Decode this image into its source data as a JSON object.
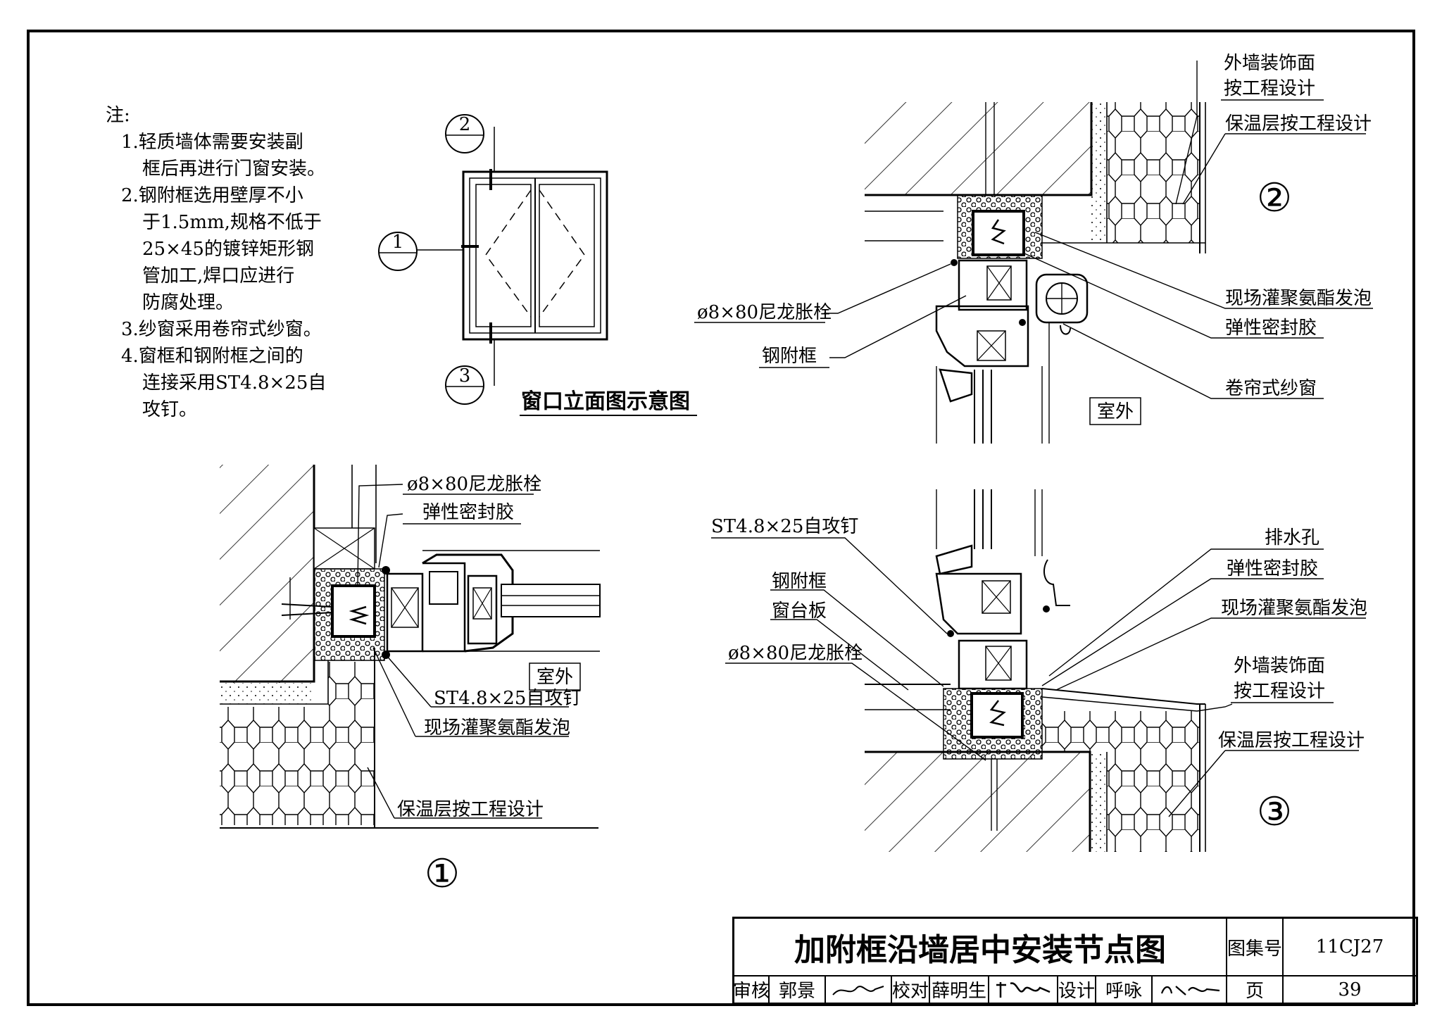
{
  "notes": {
    "heading": "注:",
    "items": [
      [
        "1.轻质墙体需要安装副",
        "框后再进行门窗安装。"
      ],
      [
        "2.钢附框选用壁厚不小",
        "于1.5mm,规格不低于",
        "25×45的镀锌矩形钢",
        "管加工,焊口应进行",
        "防腐处理。"
      ],
      [
        "3.纱窗采用卷帘式纱窗。"
      ],
      [
        "4.窗框和钢附框之间的",
        "连接采用ST4.8×25自",
        "攻钉。"
      ]
    ]
  },
  "elevation": {
    "title": "窗口立面图示意图",
    "markers": [
      "1",
      "2",
      "3"
    ]
  },
  "detail1": {
    "number": "①",
    "labels": {
      "anchor": "ø8×80尼龙胀栓",
      "sealant": "弹性密封胶",
      "outside": "室外",
      "screw": "ST4.8×25自攻钉",
      "foam": "现场灌聚氨酯发泡",
      "insulation": "保温层按工程设计"
    }
  },
  "detail2": {
    "number": "②",
    "labels": {
      "finish_1": "外墙装饰面",
      "finish_2": "按工程设计",
      "insulation": "保温层按工程设计",
      "anchor": "ø8×80尼龙胀栓",
      "steel_frame": "钢附框",
      "foam": "现场灌聚氨酯发泡",
      "sealant": "弹性密封胶",
      "screen": "卷帘式纱窗",
      "outside": "室外"
    }
  },
  "detail3": {
    "number": "③",
    "labels": {
      "screw": "ST4.8×25自攻钉",
      "drain": "排水孔",
      "sealant": "弹性密封胶",
      "foam": "现场灌聚氨酯发泡",
      "steel_frame": "钢附框",
      "sill": "窗台板",
      "anchor": "ø8×80尼龙胀栓",
      "finish_1": "外墙装饰面",
      "finish_2": "按工程设计",
      "insulation": "保温层按工程设计"
    }
  },
  "title_block": {
    "title": "加附框沿墙居中安装节点图",
    "atlas_label": "图集号",
    "atlas_no": "11CJ27",
    "review_label": "审核",
    "reviewer": "郭景",
    "check_label": "校对",
    "checker": "薛明生",
    "design_label": "设计",
    "designer": "呼咏",
    "page_label": "页",
    "page_no": "39"
  }
}
